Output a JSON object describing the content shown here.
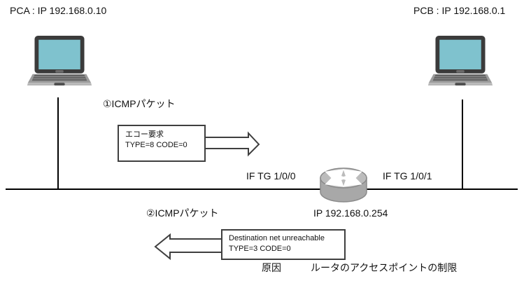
{
  "diagram": {
    "title_implicit": "ICMP packet flow between two PCs through a router",
    "nodes": {
      "pca": {
        "label": "PCA : IP 192.168.0.10"
      },
      "pcb": {
        "label": "PCB : IP 192.168.0.1"
      },
      "router": {
        "if_left": "IF TG 1/0/0",
        "if_right": "IF TG 1/0/1",
        "ip": "IP 192.168.0.254"
      }
    },
    "packets": {
      "packet1": {
        "label": "①ICMPパケット",
        "line1": "エコー要求",
        "line2": "TYPE=8 CODE=0",
        "direction": "right"
      },
      "packet2": {
        "label": "②ICMPパケット",
        "line1": "Destination net unreachable",
        "line2": "TYPE=3 CODE=0",
        "direction": "left"
      }
    },
    "footer": {
      "cause_label": "原因",
      "cause_text": "ルータのアクセスポイントの制限"
    },
    "icons": {
      "left_pc": "laptop-icon",
      "right_pc": "laptop-icon",
      "middle": "router-icon"
    },
    "colors": {
      "background": "#ffffff",
      "text": "#111111",
      "line": "#000000",
      "box_border": "#3f3f3f",
      "laptop_lid": "#3b3b3b",
      "laptop_screen": "#7fc2ce",
      "laptop_base": "#9c9c9c",
      "router_body": "#a8a8a8",
      "router_top": "#bcbcbc",
      "router_stroke": "#8a8a8a"
    }
  }
}
